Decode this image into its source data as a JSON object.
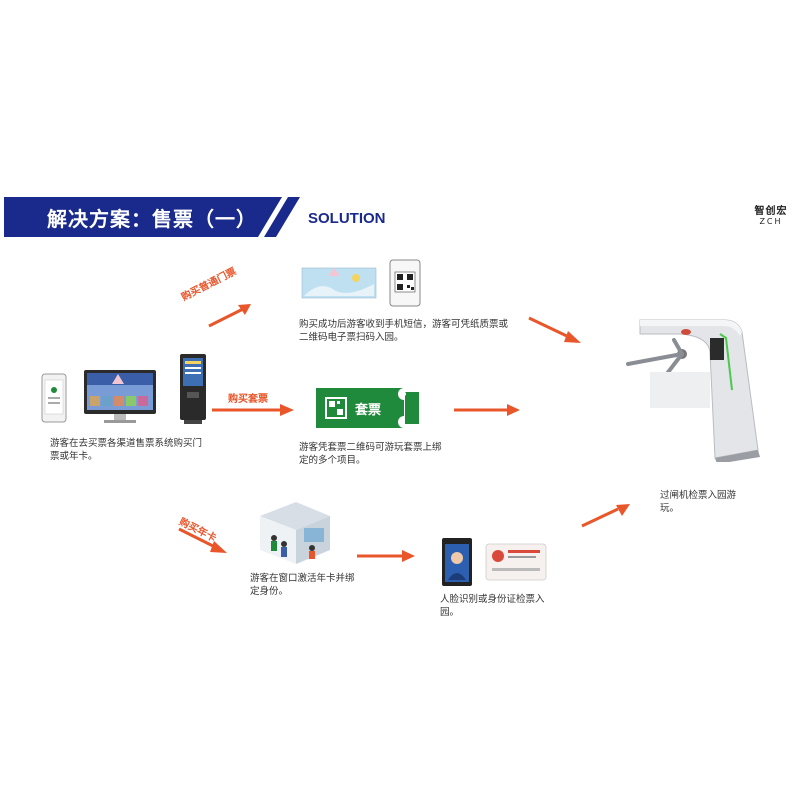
{
  "header": {
    "title": "解决方案：售票（一）",
    "subtitle": "SOLUTION",
    "logo_main": "智创宏",
    "logo_sub": "ZCH"
  },
  "channels": {
    "buy_caption": "游客在去买票各渠道售票系统购买门票或年卡。"
  },
  "flows": {
    "ordinary": {
      "tag": "购买普通门票",
      "caption": "购买成功后游客收到手机短信，游客可凭纸质票或二维码电子票扫码入园。"
    },
    "package": {
      "tag": "购买套票",
      "ticket_label": "套票",
      "caption": "游客凭套票二维码可游玩套票上绑定的多个项目。"
    },
    "annual": {
      "tag": "购买年卡",
      "caption": "游客在窗口激活年卡并绑定身份。",
      "verify_caption": "人脸识别或身份证检票入园。"
    }
  },
  "gate": {
    "caption": "过闸机检票入园游玩。"
  },
  "colors": {
    "banner": "#1a2a8c",
    "arrow": "#e8562a",
    "ticket": "#1f8a3b"
  }
}
